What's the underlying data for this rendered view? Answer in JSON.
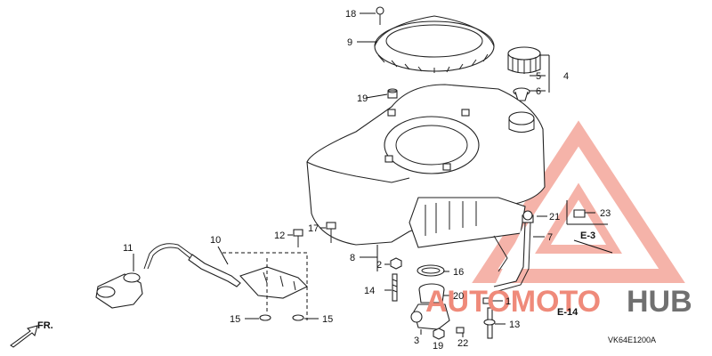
{
  "callouts": [
    {
      "id": "c18",
      "label": "18"
    },
    {
      "id": "c9",
      "label": "9"
    },
    {
      "id": "c5",
      "label": "5"
    },
    {
      "id": "c4",
      "label": "4"
    },
    {
      "id": "c6",
      "label": "6"
    },
    {
      "id": "c19a",
      "label": "19"
    },
    {
      "id": "c21",
      "label": "21"
    },
    {
      "id": "c23",
      "label": "23"
    },
    {
      "id": "c7",
      "label": "7"
    },
    {
      "id": "c11",
      "label": "11"
    },
    {
      "id": "c10",
      "label": "10"
    },
    {
      "id": "c17",
      "label": "17"
    },
    {
      "id": "c12",
      "label": "12"
    },
    {
      "id": "c8",
      "label": "8"
    },
    {
      "id": "c2",
      "label": "2"
    },
    {
      "id": "c16",
      "label": "16"
    },
    {
      "id": "c14",
      "label": "14"
    },
    {
      "id": "c20",
      "label": "20"
    },
    {
      "id": "c15a",
      "label": "15"
    },
    {
      "id": "c15b",
      "label": "15"
    },
    {
      "id": "c13",
      "label": "13"
    },
    {
      "id": "c3",
      "label": "3"
    },
    {
      "id": "c19b",
      "label": "19"
    },
    {
      "id": "c22",
      "label": "22"
    },
    {
      "id": "c1",
      "label": "1"
    }
  ],
  "references": {
    "e3": "E-3",
    "e14": "E-14"
  },
  "front_label": "FR.",
  "diagram_code": "VK64E1200A",
  "watermark": {
    "part1": "AUTOMOTO",
    "part2": "HUB",
    "color_accent": "#ef8a7a",
    "color_dark": "#707070"
  }
}
